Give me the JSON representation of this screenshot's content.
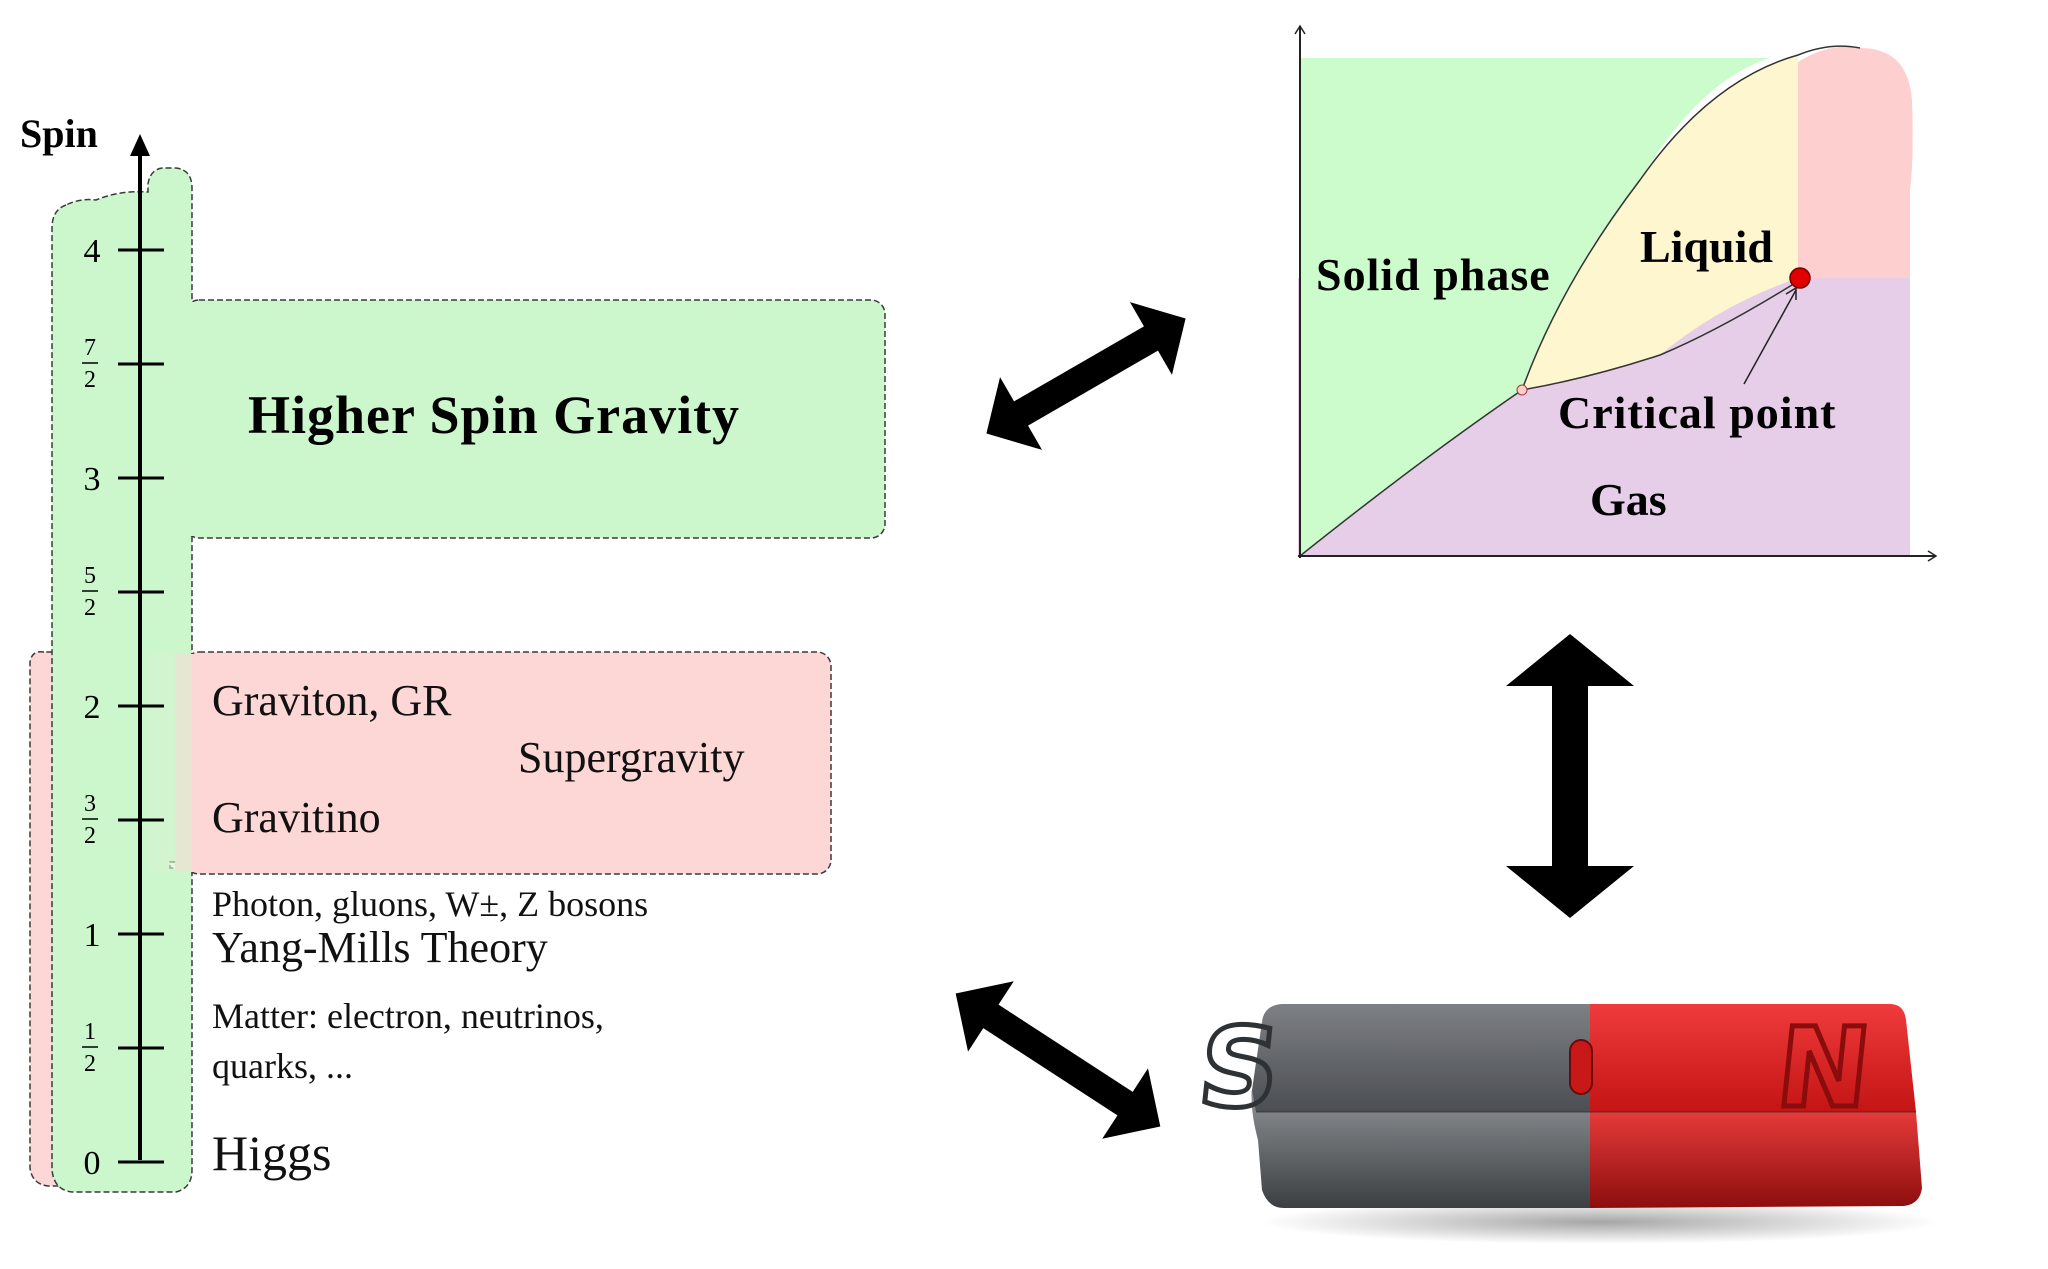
{
  "spin_ladder": {
    "axis_label": "Spin",
    "ticks": [
      {
        "label": "4"
      },
      {
        "num": "7",
        "den": "2"
      },
      {
        "label": "3"
      },
      {
        "num": "5",
        "den": "2"
      },
      {
        "label": "2"
      },
      {
        "num": "3",
        "den": "2"
      },
      {
        "label": "1"
      },
      {
        "num": "1",
        "den": "2"
      },
      {
        "label": "0"
      }
    ],
    "higher_spin_title": "Higher Spin Gravity",
    "supergravity_box": {
      "graviton": "Graviton, GR",
      "supergravity": "Supergravity",
      "gravitino": "Gravitino"
    },
    "spin1_line": "Photon, gluons, W±, Z bosons",
    "yang_mills": "Yang-Mills Theory",
    "matter_line1": "Matter:  electron, neutrinos,",
    "matter_line2": "quarks, ...",
    "higgs": "Higgs",
    "colors": {
      "green": "#ccf7cc",
      "pink": "#fdd6d6",
      "border": "#3a3a3a"
    }
  },
  "phase_diagram": {
    "regions": {
      "solid": "Solid phase",
      "liquid": "Liquid",
      "gas": "Gas"
    },
    "critical_point_label": "Critical point",
    "colors": {
      "solid": "#ccfccc",
      "liquid": "#fdf6cf",
      "gas": "#e6cde8",
      "supercritical": "#fdd0cf",
      "critical_point": "#e00000"
    }
  },
  "magnet": {
    "south_letter": "S",
    "north_letter": "N",
    "colors": {
      "south": "#5c5f63",
      "north": "#d61e1e"
    }
  },
  "arrows": {
    "color": "#000000"
  }
}
